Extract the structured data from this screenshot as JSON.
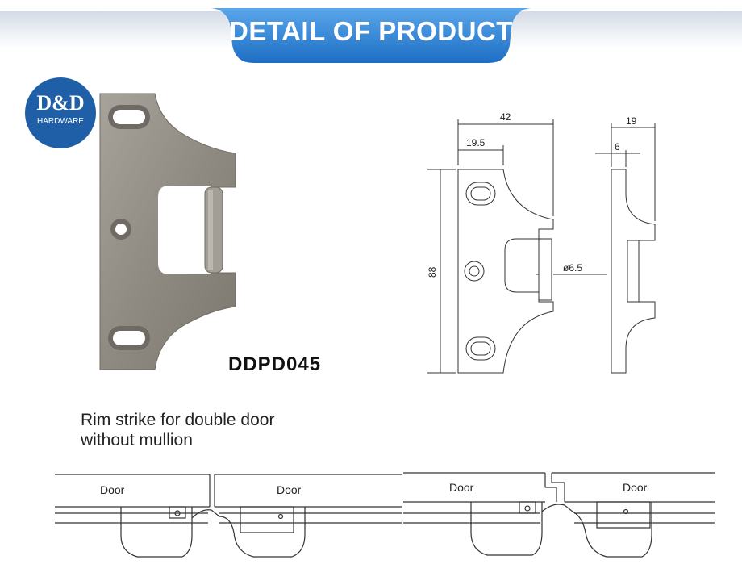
{
  "banner": {
    "title": "DETAIL OF PRODUCT"
  },
  "logo": {
    "name": "D&D",
    "subtitle": "HARDWARE"
  },
  "product": {
    "code": "DDPD045",
    "description_line1": "Rim strike for double door",
    "description_line2": "without mullion"
  },
  "drawing": {
    "dims": {
      "total_width": "42",
      "half_width": "19.5",
      "height": "88",
      "hole_dia": "ø6.5",
      "depth": "19",
      "thickness": "6"
    }
  },
  "doors": {
    "label": "Door"
  },
  "colors": {
    "banner_blue": "#2a7fd4",
    "logo_blue": "#1f5fa8",
    "metal": "#8f8a82"
  }
}
